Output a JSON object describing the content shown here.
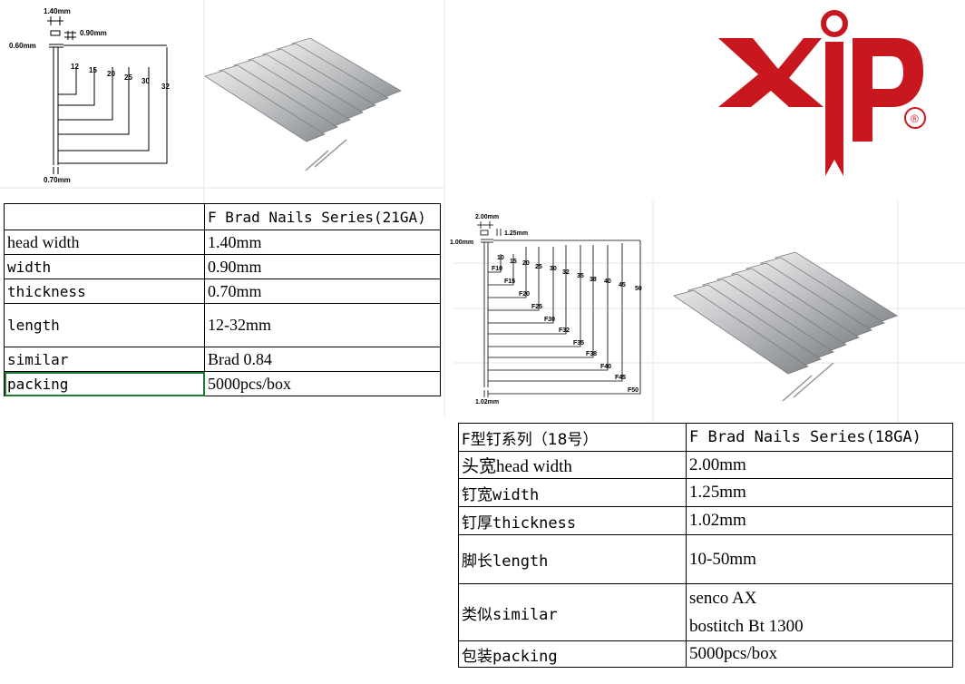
{
  "logo": {
    "brand_color": "#c8171e",
    "mark_text": "XiP",
    "registered_symbol": "®"
  },
  "diagram_21ga": {
    "head_width": "1.40mm",
    "width": "0.90mm",
    "head_thickness": "0.60mm",
    "thickness": "0.70mm",
    "lengths": [
      "12",
      "15",
      "20",
      "25",
      "30",
      "32"
    ]
  },
  "diagram_18ga": {
    "head_width": "2.00mm",
    "width": "1.25mm",
    "head_thickness": "1.00mm",
    "thickness": "1.02mm",
    "lengths": [
      "10",
      "15",
      "20",
      "25",
      "30",
      "32",
      "35",
      "38",
      "40",
      "45",
      "50"
    ],
    "codes": [
      "F10",
      "F15",
      "F20",
      "F25",
      "F30",
      "F32",
      "F35",
      "F38",
      "F40",
      "F45",
      "F50"
    ]
  },
  "table_21ga": {
    "header": "F Brad Nails Series(21GA)",
    "rows": [
      {
        "label": "head width",
        "value": "1.40mm"
      },
      {
        "label": "width",
        "value": "0.90mm"
      },
      {
        "label": "thickness",
        "value": "0.70mm"
      },
      {
        "label": "length",
        "value": "12-32mm"
      },
      {
        "label": "similar",
        "value": "Brad 0.84"
      },
      {
        "label": "packing",
        "value": "5000pcs/box"
      }
    ]
  },
  "table_18ga": {
    "header_left": "F型钉系列（18号）",
    "header_right": "F Brad Nails Series(18GA)",
    "rows": [
      {
        "label": "头宽head width",
        "value": "2.00mm"
      },
      {
        "label": "钉宽width",
        "value": "1.25mm"
      },
      {
        "label": "钉厚thickness",
        "value": "1.02mm"
      },
      {
        "label": "脚长length",
        "value": "10-50mm"
      },
      {
        "label": "类似similar",
        "value_lines": [
          "senco AX",
          "bostitch Bt 1300"
        ]
      },
      {
        "label": "包装packing",
        "value": "5000pcs/box"
      }
    ]
  }
}
